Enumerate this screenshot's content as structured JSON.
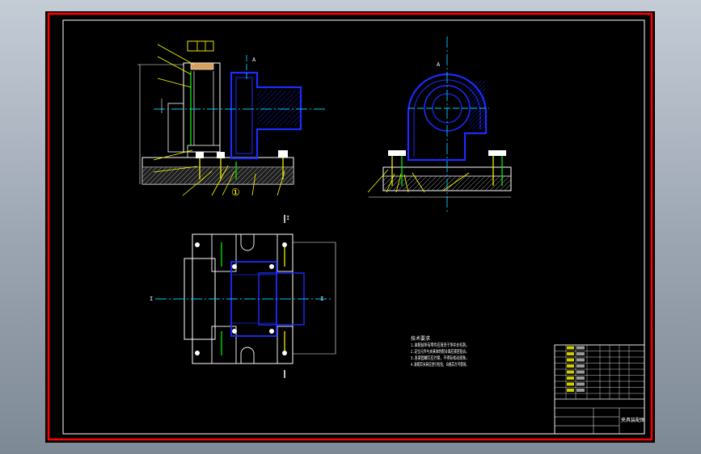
{
  "drawing": {
    "frame_color": "#ff0000",
    "background_color": "#000000",
    "line_colors": {
      "white": "#ffffff",
      "blue": "#1a2cff",
      "cyan": "#00ccff",
      "yellow": "#ffff00",
      "green": "#00ff00",
      "grey": "#bfbfbf"
    }
  },
  "labels": {
    "view_marker": "A",
    "section_marker": "I",
    "circled_number": "①",
    "dim_char": "I",
    "tech_title": "技术要求",
    "title_block_name": "夹具装配图"
  },
  "tech_requirements": [
    "1.装配前所有零件应清洗干净并去毛刺。",
    "2.定位元件与夹具体的配合面应紧密贴合。",
    "3.各紧固螺钉应拧紧，不得有松动现象。",
    "4.装配后夹具应进行检验，合格后方可使用。"
  ]
}
